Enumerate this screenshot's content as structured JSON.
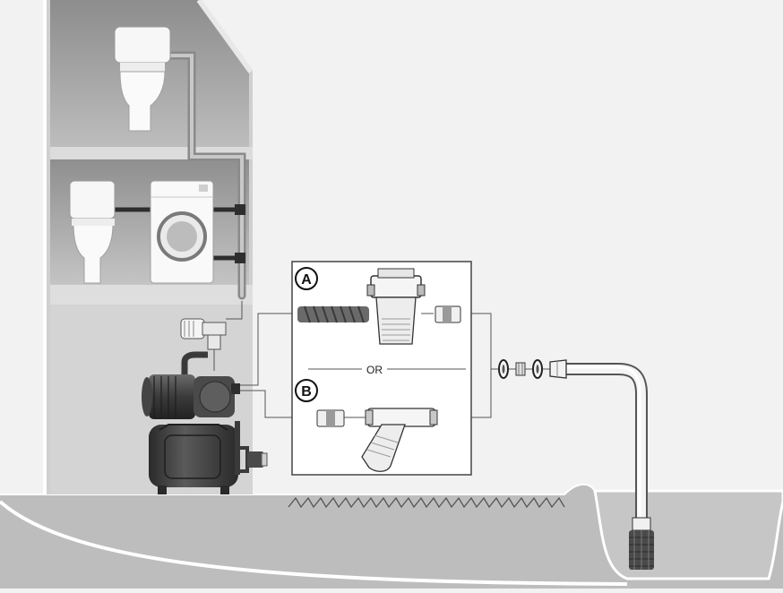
{
  "options": {
    "a_label": "A",
    "b_label": "B",
    "or_label": "OR"
  },
  "colors": {
    "background": "#f2f2f2",
    "ground": "#bdbdbd",
    "house_wall": "#d2d2d2",
    "room_upper": "#9e9e9e",
    "room_lower": "#a6a6a6",
    "pipe": "#8c8c8c",
    "fixture": "#ffffff",
    "pump_dark": "#2c2c2c",
    "pump_mid": "#555555",
    "outline": "#444444"
  },
  "icons": [
    "toilet-icon",
    "washing-machine-icon",
    "pump-icon",
    "pressure-tank-icon",
    "check-valve-icon",
    "water-filter-icon",
    "y-strainer-icon",
    "hose-icon",
    "suction-strainer-icon"
  ]
}
